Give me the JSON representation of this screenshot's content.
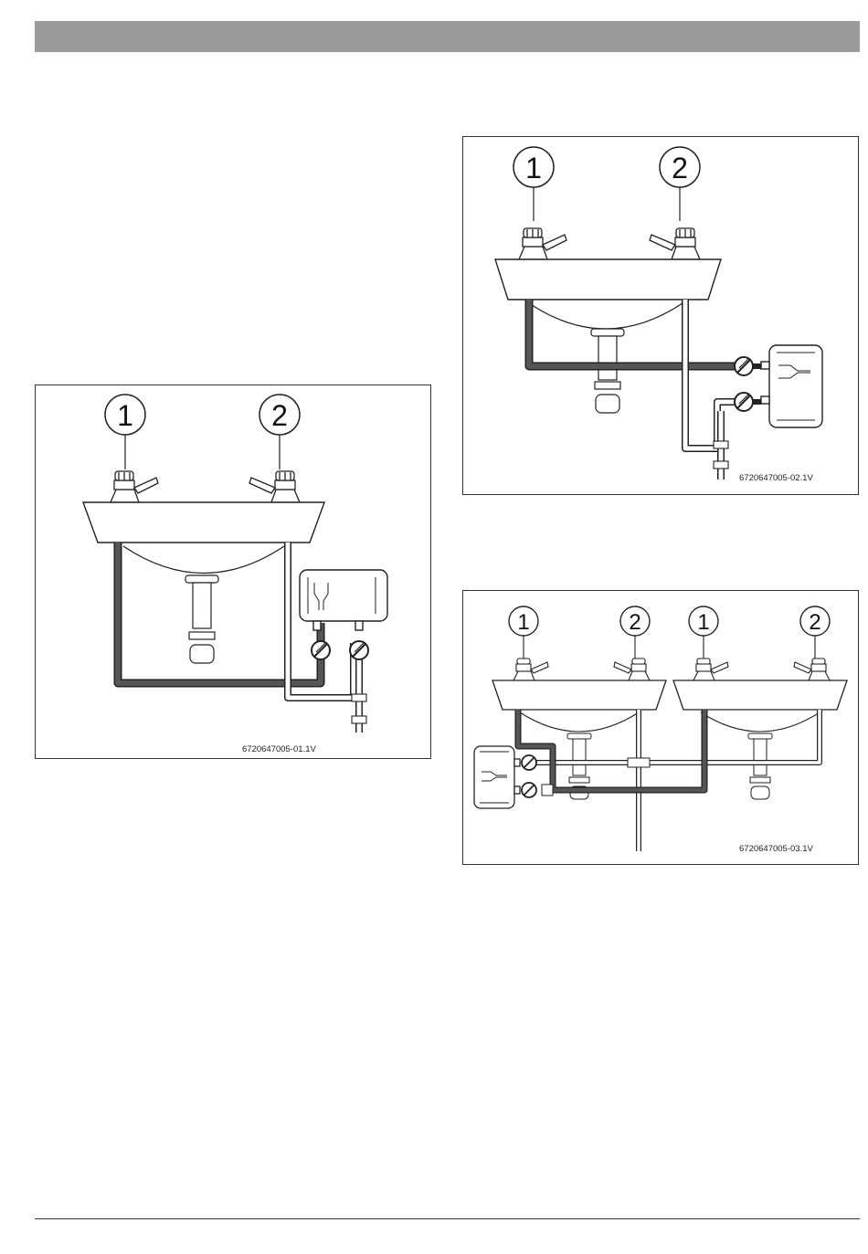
{
  "figures": [
    {
      "id": "fig1",
      "callouts": [
        "1",
        "2"
      ],
      "code": "6720647005-01.1V"
    },
    {
      "id": "fig2",
      "callouts": [
        "1",
        "2"
      ],
      "code": "6720647005-02.1V"
    },
    {
      "id": "fig3",
      "callouts": [
        "1",
        "2",
        "1",
        "2"
      ],
      "code": "6720647005-03.1V"
    }
  ],
  "colors": {
    "header_bar": "#9b9b9b",
    "hot_pipe": "#555555",
    "outline": "#222222"
  }
}
